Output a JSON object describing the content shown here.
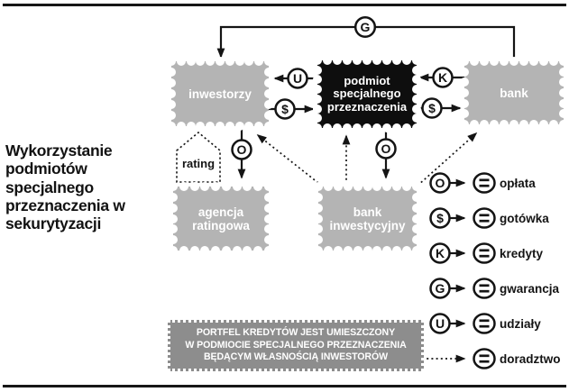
{
  "figure": {
    "title": "Wykorzystanie podmiotów specjalnego przeznaczenia w sekurytyzacji"
  },
  "boxes": {
    "investors": {
      "label": "inwestorzy"
    },
    "spv": {
      "line1": "podmiot",
      "line2": "specjalnego",
      "line3": "przeznaczenia"
    },
    "bank": {
      "label": "bank"
    },
    "rating_agency": {
      "line1": "agencja",
      "line2": "ratingowa"
    },
    "investment_bank": {
      "line1": "bank",
      "line2": "inwestycyjny"
    },
    "rating_tag": {
      "label": "rating"
    }
  },
  "banner": {
    "line1": "PORTFEL KREDYTÓW JEST UMIESZCZONY",
    "line2": "W PODMIOCIE SPECJALNEGO PRZEZNACZENIA",
    "line3": "BĘDĄCYM WŁASNOŚCIĄ INWESTORÓW"
  },
  "flows": {
    "fee": "O",
    "cash": "$",
    "credits": "K",
    "guarantee": "G",
    "shares": "U"
  },
  "legend": {
    "items": [
      {
        "symbol": "O",
        "label": "opłata"
      },
      {
        "symbol": "$",
        "label": "gotówka"
      },
      {
        "symbol": "K",
        "label": "kredyty"
      },
      {
        "symbol": "G",
        "label": "gwarancja"
      },
      {
        "symbol": "U",
        "label": "udziały"
      },
      {
        "symbol": "dotted-arrow",
        "label": "doradztwo"
      }
    ],
    "equals_symbol": "="
  },
  "colors": {
    "box_gray": "#b4b4b4",
    "spv_black": "#0e0e0e",
    "banner_gray": "#8d8d8d",
    "line_black": "#141414",
    "box_text": "#ffffff"
  }
}
